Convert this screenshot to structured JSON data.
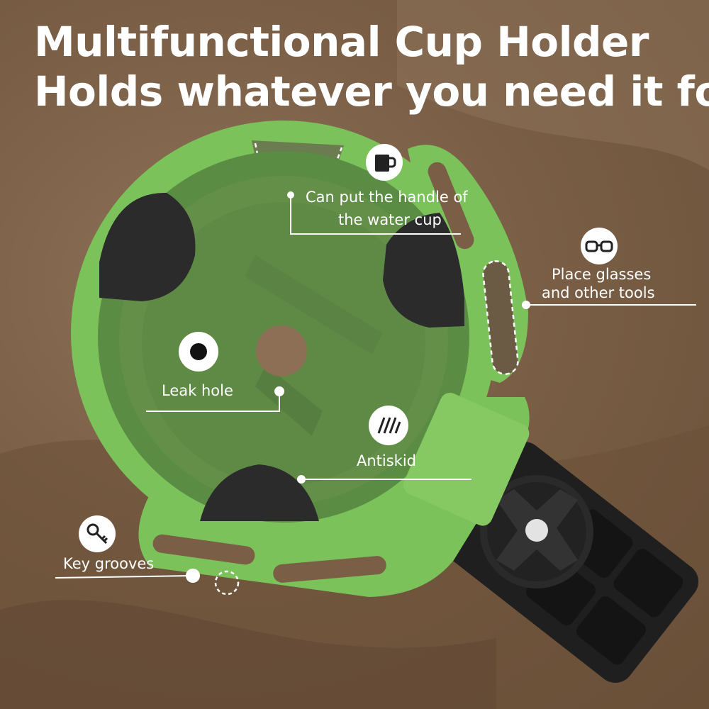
{
  "headline": {
    "line1": "Multifunctional Cup Holder",
    "line2": "Holds whatever you need it for"
  },
  "callouts": {
    "handle": {
      "line1": "Can put the handle of",
      "line2": "the water cup",
      "icon": "mug-icon"
    },
    "glasses": {
      "line1": "Place glasses",
      "line2": "and other tools",
      "icon": "glasses-icon"
    },
    "leak": {
      "label": "Leak hole",
      "icon": "leak-hole-icon"
    },
    "antiskid": {
      "label": "Antiskid",
      "icon": "antiskid-icon"
    },
    "key": {
      "label": "Key grooves",
      "icon": "key-icon"
    }
  },
  "colors": {
    "product_green": "#7cc25a",
    "inner_green": "#5a8c44",
    "pad_black": "#2b2b2b",
    "clip_black": "#1f1f1f",
    "text": "#ffffff",
    "background": "#7a5f46"
  }
}
